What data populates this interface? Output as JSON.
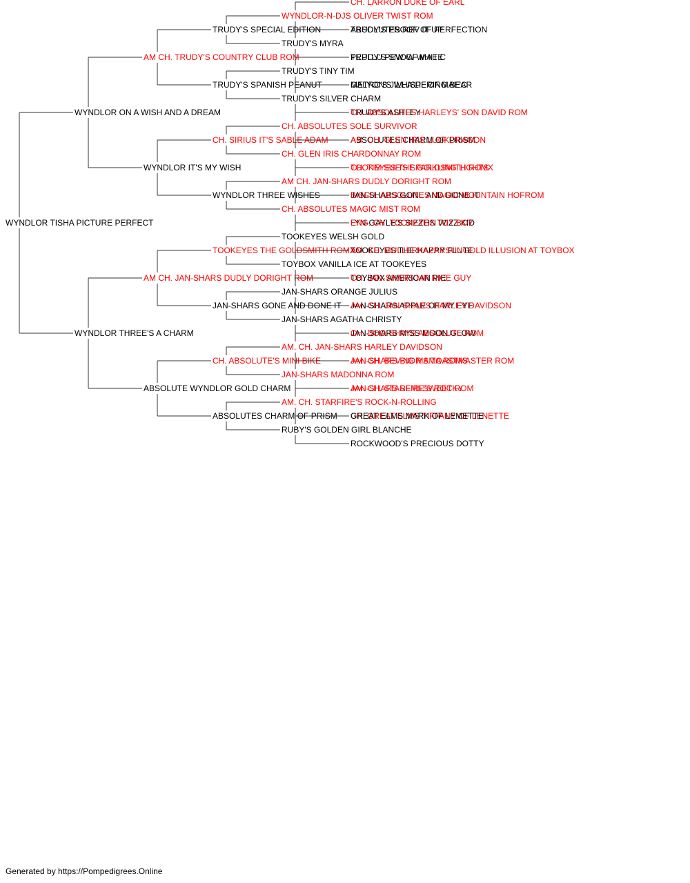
{
  "colors": {
    "champion": "#ff0000",
    "normal": "#000000",
    "line": "#333333"
  },
  "footer": {
    "text": "Generated by https://Pompedigrees.Online"
  },
  "pedigree": {
    "name": "WYNDLOR TISHA PICTURE PERFECT",
    "champion": false,
    "sire": {
      "name": "WYNDLOR ON A WISH AND A DREAM",
      "champion": false,
      "sire": {
        "name": "AM CH. TRUDY'S COUNTRY CLUB ROM",
        "champion": true,
        "sire": {
          "name": "TRUDY'S SPECIAL EDITION",
          "champion": false,
          "sire": {
            "name": "WYNDLOR-N-DJS OLIVER TWIST ROM",
            "champion": true,
            "sire": {
              "name": "CH. LARRON DUKE OF EARL",
              "champion": true
            },
            "dam": {
              "name": "ABSOLUTES REV IT UP",
              "champion": false
            }
          },
          "dam": {
            "name": "TRUDY'S MYRA",
            "champion": false,
            "sire": {
              "name": "TRUDY'S PROOF OF PERFECTION",
              "champion": false
            },
            "dam": {
              "name": "TRUDY'S SNOW WHITE",
              "champion": false
            }
          }
        },
        "dam": {
          "name": "TRUDY'S SPANISH PEANUT",
          "champion": false,
          "sire": {
            "name": "TRUDY'S TINY TIM",
            "champion": false,
            "sire": {
              "name": "PEPI LU PEW OF MAE C",
              "champion": false
            },
            "dam": {
              "name": "METRO'S JILL A'LIL OF MAE'C",
              "champion": false
            }
          },
          "dam": {
            "name": "TRUDY'S SILVER CHARM",
            "champion": false,
            "sire": {
              "name": "GALYON'S WHISPERING BEAR",
              "champion": false
            },
            "dam": {
              "name": "TRUDY'S ASHLEY",
              "champion": false
            }
          }
        }
      },
      "dam": {
        "name": "WYNDLOR IT'S MY WISH",
        "champion": false,
        "sire": {
          "name": "CH. SIRIUS IT'S SABLE ADAM",
          "champion": true,
          "sire": {
            "name": "CH. ABSOLUTES SOLE SURVIVOR",
            "champion": true,
            "sire": {
              "name": "CH. ABSOLUTES HARLEYS' SON DAVID ROM",
              "champion": true
            },
            "dam": {
              "name": "ABSOLUTES CHARM OF PRISM",
              "champion": false
            }
          },
          "dam": {
            "name": "CH. GLEN IRIS CHARDONNAY ROM",
            "champion": true,
            "sire": {
              "name": "AM. CH. GLEN IRIS LUCKDRAGON",
              "champion": true
            },
            "dam": {
              "name": "CH. TIM SUE'S SPARKLING LIGHTS",
              "champion": true
            }
          }
        },
        "dam": {
          "name": "WYNDLOR THREE WISHES",
          "champion": false,
          "sire": {
            "name": "AM CH. JAN-SHARS DUDLY DORIGHT ROM",
            "champion": true,
            "sire": {
              "name": "TOOKEYES THE GOLDSMITH ROMX",
              "champion": true
            },
            "dam": {
              "name": "JAN-SHARS GONE AND DONE IT",
              "champion": false
            }
          },
          "dam": {
            "name": "CH. ABSOLUTES MAGIC MIST ROM",
            "champion": true,
            "sire": {
              "name": "BISCH. ABSOLUTES MAGIC MOUNTAIN HOFROM",
              "champion": true
            },
            "dam": {
              "name": "LYN-GAYLE'S SIZZLIN WIZZ KID",
              "champion": false
            }
          }
        }
      }
    },
    "dam": {
      "name": "WYNDLOR THREE'S A CHARM",
      "champion": false,
      "sire": {
        "name": "AM CH. JAN-SHARS DUDLY DORIGHT ROM",
        "champion": true,
        "sire": {
          "name": "TOOKEYES THE GOLDSMITH ROMX",
          "champion": true,
          "sire": {
            "name": "TOOKEYES WELSH GOLD",
            "champion": false,
            "sire": {
              "name": "ENG. CH. TOOKEYES TOY BOY",
              "champion": true
            },
            "dam": {
              "name": "TOOKEYES THE HAPPY FLUTE",
              "champion": false
            }
          },
          "dam": {
            "name": "TOYBOX VANILLA ICE AT TOOKEYES",
            "champion": false,
            "sire": {
              "name": "AM. CH. MULLERKAZARSUNGOLD ILLUSION AT TOYBOX",
              "champion": true
            },
            "dam": {
              "name": "TOYBOX AMERICAN PIE",
              "champion": false
            }
          }
        },
        "dam": {
          "name": "JAN-SHARS GONE AND DONE IT",
          "champion": false,
          "sire": {
            "name": "JAN-SHARS ORANGE JULIUS",
            "champion": false,
            "sire": {
              "name": "CH. JAN-SHARS MR NICE GUY",
              "champion": true
            },
            "dam": {
              "name": "JAN-SHARS APPLE OF MY EYE",
              "champion": false
            }
          },
          "dam": {
            "name": "JAN-SHARS AGATHA CHRISTY",
            "champion": false,
            "sire": {
              "name": "AM. CH. JAN-SHARS HARLEY DAVIDSON",
              "champion": true
            },
            "dam": {
              "name": "JAN-SHARS MISS MOON GLOW",
              "champion": false
            }
          }
        }
      },
      "dam": {
        "name": "ABSOLUTE WYNDLOR GOLD CHARM",
        "champion": false,
        "sire": {
          "name": "CH. ABSOLUTE'S MINI BIKE",
          "champion": true,
          "sire": {
            "name": "AM. CH. JAN-SHARS HARLEY DAVIDSON",
            "champion": true,
            "sire": {
              "name": "CH. DOO-SHAYS ABSOLUTE ROM",
              "champion": true
            },
            "dam": {
              "name": "JAN-SHARS BIG MAMA ROMS",
              "champion": true
            }
          },
          "dam": {
            "name": "JAN-SHARS MADONNA ROM",
            "champion": true,
            "sire": {
              "name": "AM. CH. BEV-NOR'S TOASTMASTER ROM",
              "champion": true
            },
            "dam": {
              "name": "JAN-SHARS SEMI-SWEET ROM",
              "champion": true
            }
          }
        },
        "dam": {
          "name": "ABSOLUTES CHARM OF PRISM",
          "champion": false,
          "sire": {
            "name": "AM. CH. STARFIRE'S ROCK-N-ROLLING",
            "champion": true,
            "sire": {
              "name": "AM. CH. STARFIRE'S ROCKY",
              "champion": true
            },
            "dam": {
              "name": "CH. GREAT ELMS TIFFANY OF LENETTE",
              "champion": true
            }
          },
          "dam": {
            "name": "RUBY'S GOLDEN GIRL BLANCHE",
            "champion": false,
            "sire": {
              "name": "GREAT ELMS MARK OF LEMETTE",
              "champion": false
            },
            "dam": {
              "name": "ROCKWOOD'S PRECIOUS DOTTY",
              "champion": false
            }
          }
        }
      }
    }
  }
}
